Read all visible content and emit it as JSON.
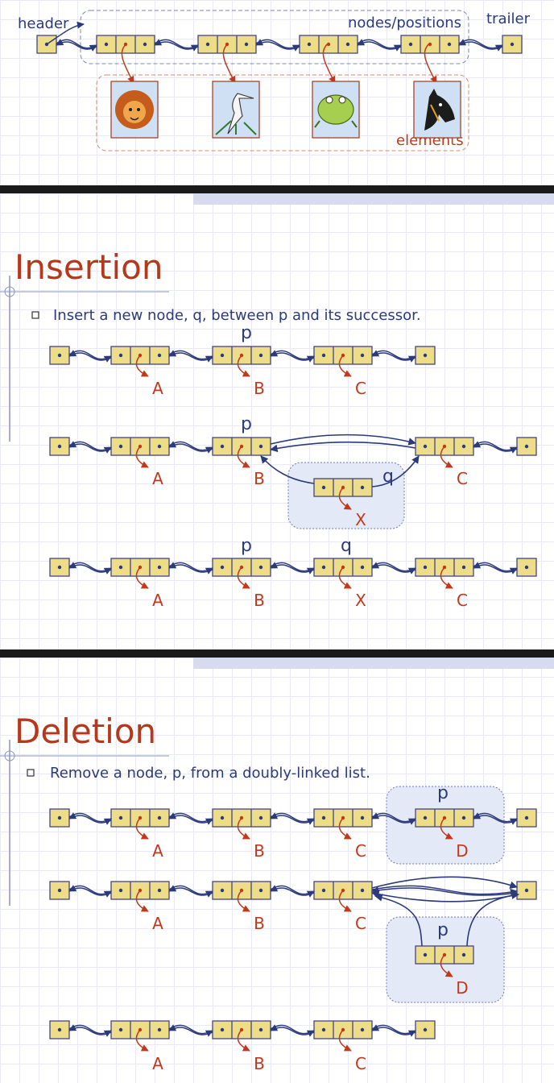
{
  "top": {
    "header_label": "header",
    "positions_label": "nodes/positions",
    "trailer_label": "trailer",
    "elements_label": "elements",
    "element_icons": [
      "lion-icon",
      "heron-icon",
      "frog-icon",
      "horse-icon"
    ]
  },
  "insertion": {
    "title": "Insertion",
    "bullet": "Insert a new node, q, between p and its successor.",
    "row1": {
      "p_label": "p",
      "elements": [
        "A",
        "B",
        "C"
      ]
    },
    "row2": {
      "p_label": "p",
      "q_label": "q",
      "elements": [
        "A",
        "B",
        "C"
      ],
      "new_element": "X"
    },
    "row3": {
      "p_label": "p",
      "q_label": "q",
      "elements": [
        "A",
        "B",
        "X",
        "C"
      ]
    }
  },
  "deletion": {
    "title": "Deletion",
    "bullet": "Remove a node, p, from a doubly-linked list.",
    "row1": {
      "p_label": "p",
      "elements": [
        "A",
        "B",
        "C",
        "D"
      ]
    },
    "row2": {
      "p_label": "p",
      "elements": [
        "A",
        "B",
        "C"
      ],
      "removed_element": "D"
    },
    "row3": {
      "elements": [
        "A",
        "B",
        "C"
      ]
    }
  },
  "colors": {
    "node_fill": "#eedd88",
    "node_stroke": "#444488",
    "link": "#2b3a7a",
    "element_pointer": "#c0391b",
    "title": "#b5381a",
    "highlight_fill": "#e4e9f8"
  }
}
